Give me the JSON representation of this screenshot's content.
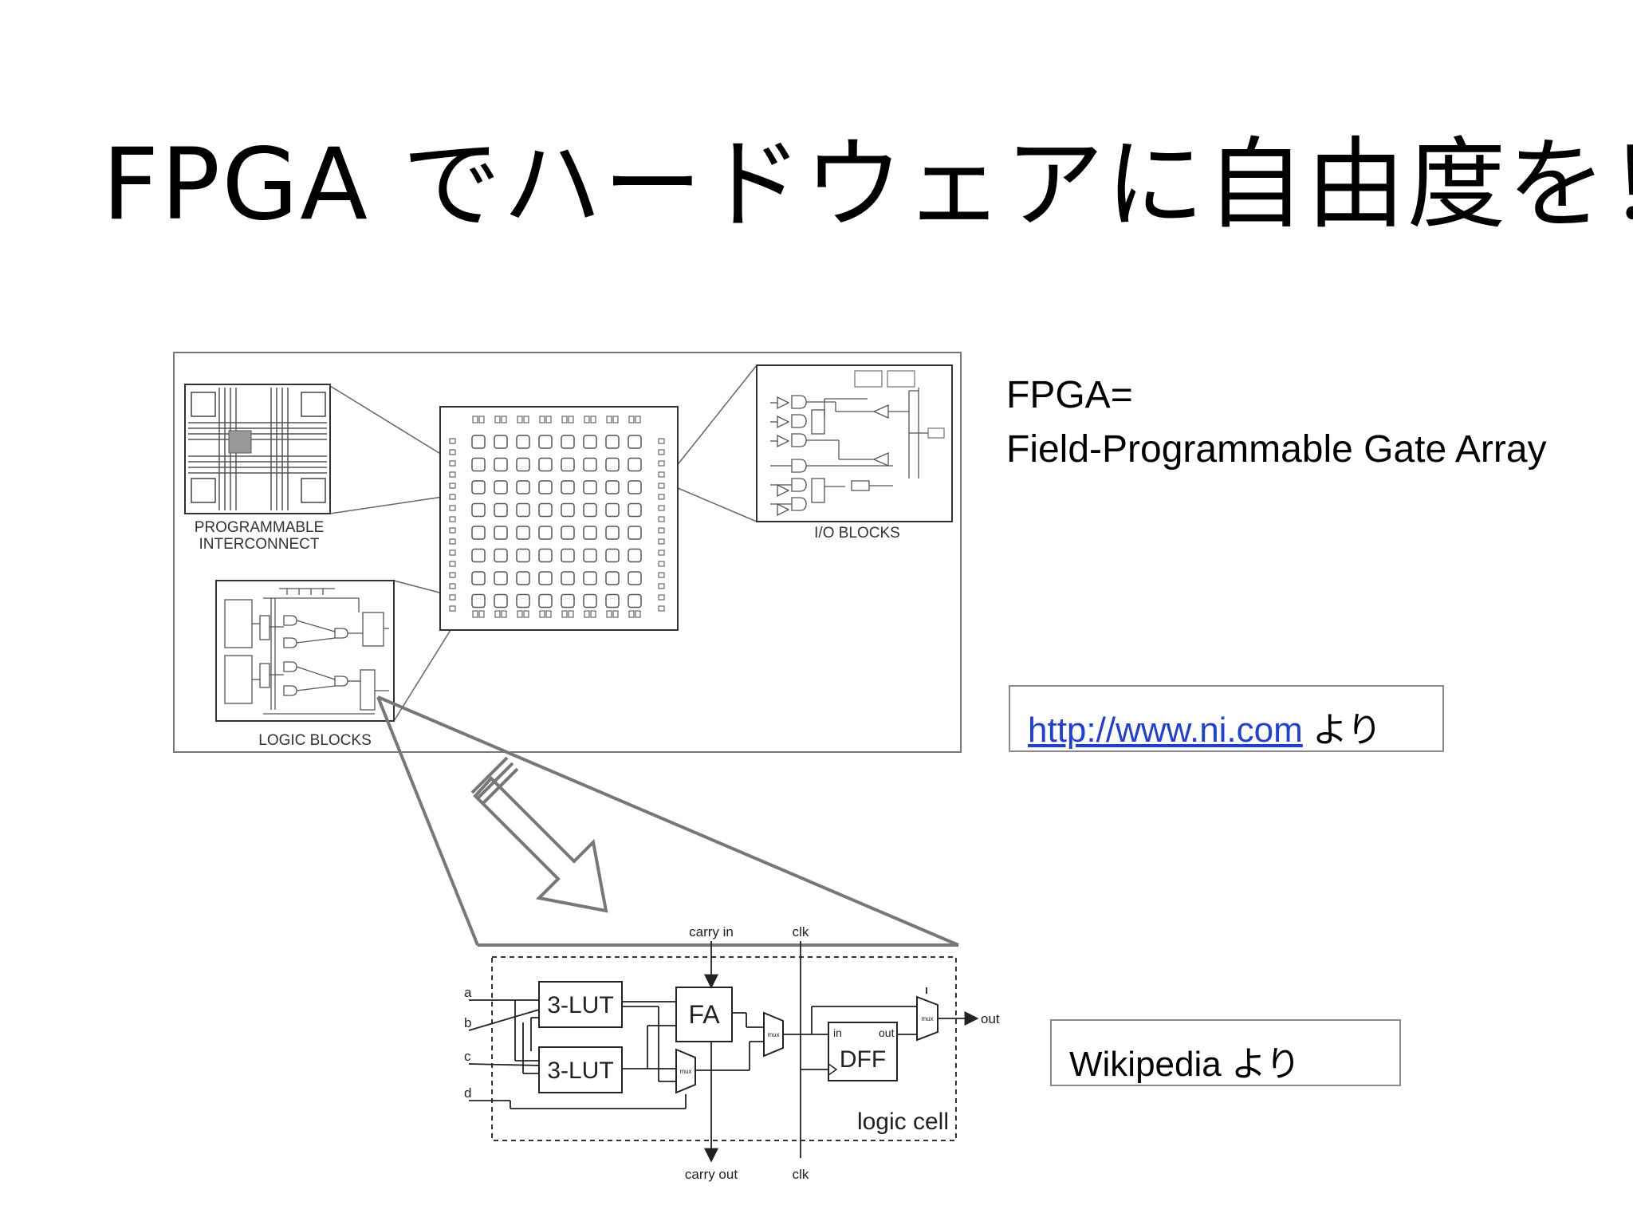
{
  "slide": {
    "title": "FPGA でハードウェアに自由度を！",
    "definition_line1": "FPGA=",
    "definition_line2": "Field-Programmable Gate Array"
  },
  "sources": {
    "ni_link": "http://www.ni.com",
    "ni_suffix": " より",
    "wiki_text": "Wikipedia より"
  },
  "fpga_diagram": {
    "interconnect_label_1": "PROGRAMMABLE",
    "interconnect_label_2": "INTERCONNECT",
    "io_label": "I/O BLOCKS",
    "logic_label": "LOGIC BLOCKS"
  },
  "logic_cell": {
    "carry_in": "carry in",
    "clk_top": "clk",
    "input_a": "a",
    "input_b": "b",
    "input_c": "c",
    "input_d": "d",
    "lut1": "3-LUT",
    "lut2": "3-LUT",
    "fa": "FA",
    "dff": "DFF",
    "dff_in": "in",
    "dff_out": "out",
    "mux": "mux",
    "out": "out",
    "cell_label": "logic cell",
    "carry_out": "carry out",
    "clk_bottom": "clk"
  }
}
